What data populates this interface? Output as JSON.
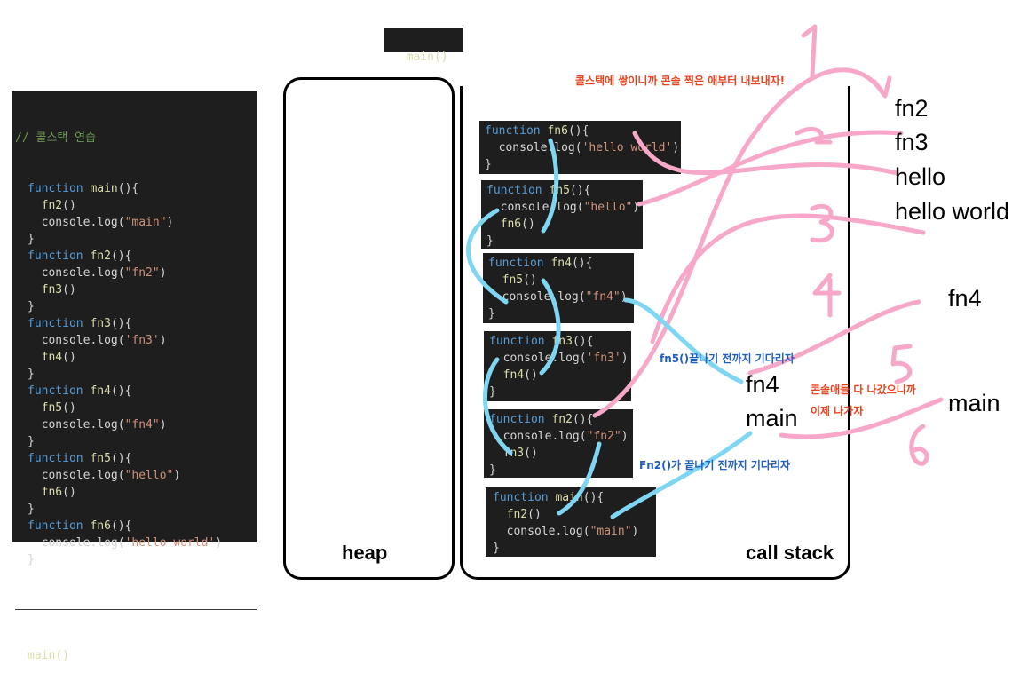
{
  "top_call": "main()",
  "source": {
    "comment": "// 콜스택 연습",
    "lines": [
      {
        "kw": "function",
        "name": " main",
        "rest": "(){"
      },
      {
        "indent": "  ",
        "name": "fn2",
        "rest": "()"
      },
      {
        "indent": "  ",
        "obj": "console.log(",
        "str": "\"main\"",
        "end": ")"
      },
      {
        "plain": "}"
      },
      {
        "kw": "function",
        "name": " fn2",
        "rest": "(){"
      },
      {
        "indent": "  ",
        "obj": "console.log(",
        "str": "\"fn2\"",
        "end": ")"
      },
      {
        "indent": "  ",
        "name": "fn3",
        "rest": "()"
      },
      {
        "plain": "}"
      },
      {
        "kw": "function",
        "name": " fn3",
        "rest": "(){"
      },
      {
        "indent": "  ",
        "obj": "console.log(",
        "str": "'fn3'",
        "end": ")"
      },
      {
        "indent": "  ",
        "name": "fn4",
        "rest": "()"
      },
      {
        "plain": "}"
      },
      {
        "kw": "function",
        "name": " fn4",
        "rest": "(){"
      },
      {
        "indent": "  ",
        "name": "fn5",
        "rest": "()"
      },
      {
        "indent": "  ",
        "obj": "console.log(",
        "str": "\"fn4\"",
        "end": ")"
      },
      {
        "plain": "}"
      },
      {
        "kw": "function",
        "name": " fn5",
        "rest": "(){"
      },
      {
        "indent": "  ",
        "obj": "console.log(",
        "str": "\"hello\"",
        "end": ")"
      },
      {
        "indent": "  ",
        "name": "fn6",
        "rest": "()"
      },
      {
        "plain": "}"
      },
      {
        "kw": "function",
        "name": " fn6",
        "rest": "(){"
      },
      {
        "indent": "  ",
        "obj": "console.log(",
        "str": "'hello world'",
        "end": ")"
      },
      {
        "plain": "}"
      }
    ],
    "last": "main()"
  },
  "frames": [
    {
      "id": "fn6",
      "lines": [
        {
          "kw": "function",
          "name": " fn6",
          "rest": "(){"
        },
        {
          "indent": "  ",
          "obj": "console.log(",
          "str": "'hello world'",
          "end": ")"
        },
        {
          "plain": "}"
        }
      ]
    },
    {
      "id": "fn5",
      "lines": [
        {
          "kw": "function",
          "name": " fn5",
          "rest": "(){"
        },
        {
          "indent": "  ",
          "obj": "console.log(",
          "str": "\"hello\"",
          "end": ")"
        },
        {
          "indent": "  ",
          "name": "fn6",
          "rest": "()"
        },
        {
          "plain": "}"
        }
      ]
    },
    {
      "id": "fn4",
      "lines": [
        {
          "kw": "function",
          "name": " fn4",
          "rest": "(){"
        },
        {
          "indent": "  ",
          "name": "fn5",
          "rest": "()"
        },
        {
          "indent": "  ",
          "obj": "console.log(",
          "str": "\"fn4\"",
          "end": ")"
        },
        {
          "plain": "}"
        }
      ]
    },
    {
      "id": "fn3",
      "lines": [
        {
          "kw": "function",
          "name": " fn3",
          "rest": "(){"
        },
        {
          "indent": "  ",
          "obj": "console.log(",
          "str": "'fn3'",
          "end": ")"
        },
        {
          "indent": "  ",
          "name": "fn4",
          "rest": "()"
        },
        {
          "plain": "}"
        }
      ]
    },
    {
      "id": "fn2",
      "lines": [
        {
          "kw": "function",
          "name": " fn2",
          "rest": "(){"
        },
        {
          "indent": "  ",
          "obj": "console.log(",
          "str": "\"fn2\"",
          "end": ")"
        },
        {
          "indent": "  ",
          "name": "fn3",
          "rest": "()"
        },
        {
          "plain": "}"
        }
      ]
    },
    {
      "id": "main",
      "lines": [
        {
          "kw": "function",
          "name": " main",
          "rest": "(){"
        },
        {
          "indent": "  ",
          "name": "fn2",
          "rest": "()"
        },
        {
          "indent": "  ",
          "obj": "console.log(",
          "str": "\"main\"",
          "end": ")"
        },
        {
          "plain": "}"
        }
      ]
    }
  ],
  "labels": {
    "heap": "heap",
    "call_stack": "call stack"
  },
  "notes": {
    "top": "콜스택에 쌓이니까 콘솔 찍은 애부터 내보내자!",
    "fn5_wait": "fn5()끝나기 전까지 기다리자",
    "fn2_wait": "Fn2()가 끝나기 전까지 기다리자",
    "leave1": "콘솔애들 다 나갔으니까",
    "leave2": "이제 나가자"
  },
  "stack_items": {
    "fn4": "fn4",
    "main": "main"
  },
  "outputs": [
    "fn2",
    "fn3",
    "hello",
    "hello world",
    "fn4",
    "main"
  ],
  "step_numbers": [
    "1",
    "2",
    "3",
    "4",
    "5",
    "6"
  ],
  "colors": {
    "pink": "#f7a8c8",
    "cyan": "#7fd6f2",
    "note_red": "#e8431f",
    "note_blue": "#1f5fbf"
  }
}
